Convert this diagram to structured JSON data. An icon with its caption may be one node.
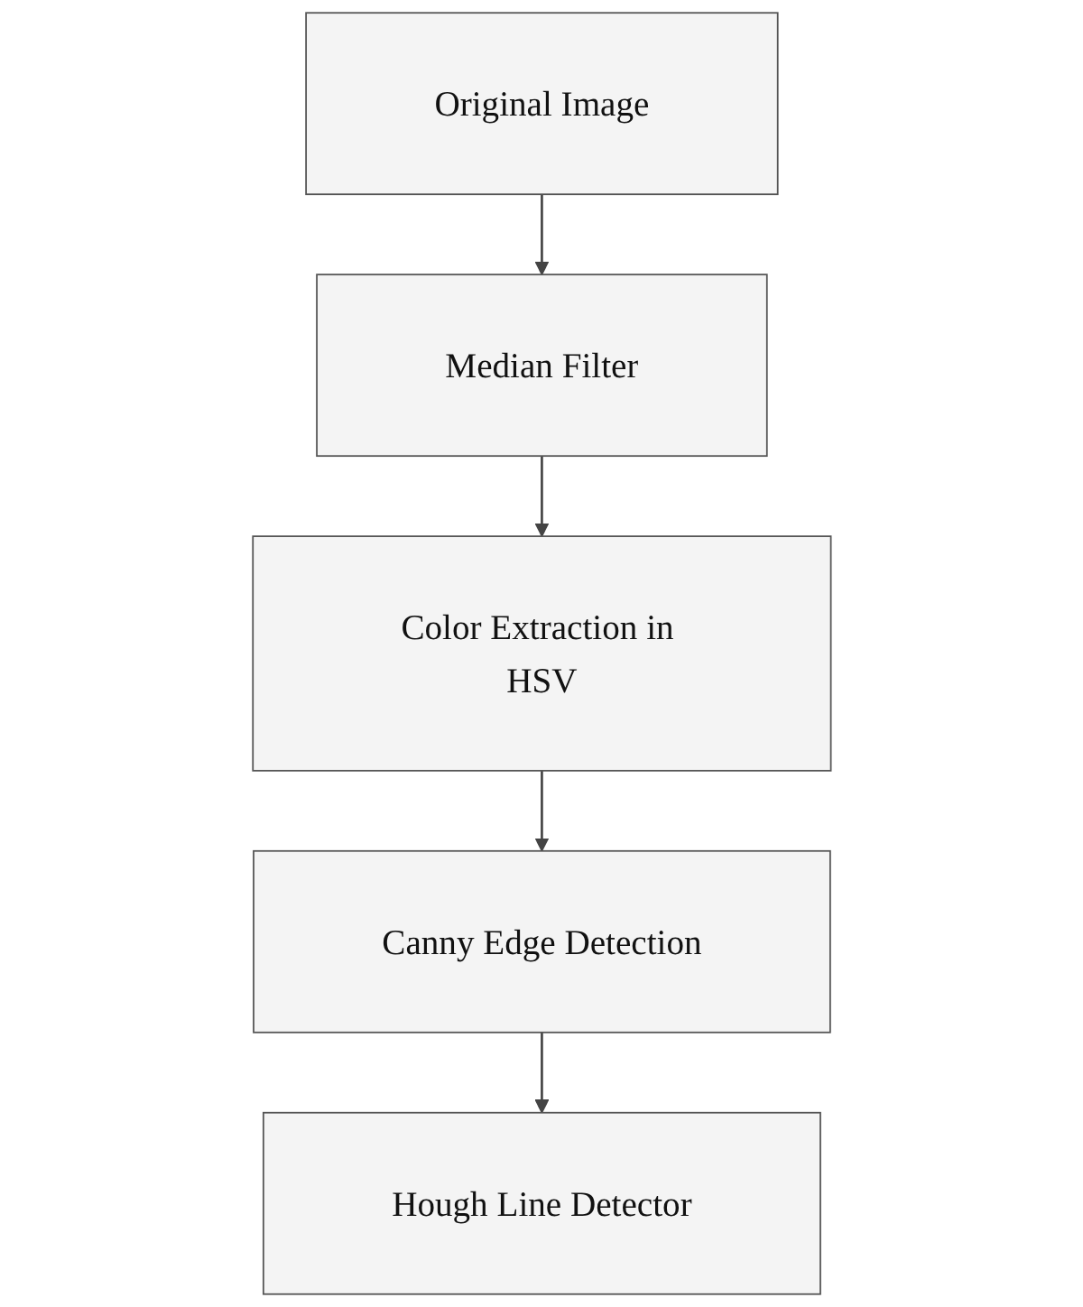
{
  "diagram": {
    "nodes": [
      {
        "text": [
          "Original Image"
        ]
      },
      {
        "text": [
          "Median Filter"
        ]
      },
      {
        "text": [
          "Color Extraction in HSV"
        ]
      },
      {
        "text": [
          "Canny Edge Detection"
        ]
      },
      {
        "text": [
          "Hough Line Detector"
        ]
      }
    ],
    "edges": [
      {
        "from": 0,
        "to": 1,
        "arrow": "to"
      },
      {
        "from": 1,
        "to": 2,
        "arrow": "to"
      },
      {
        "from": 2,
        "to": 3,
        "arrow": "to"
      },
      {
        "from": 3,
        "to": 4,
        "arrow": "to"
      }
    ]
  }
}
